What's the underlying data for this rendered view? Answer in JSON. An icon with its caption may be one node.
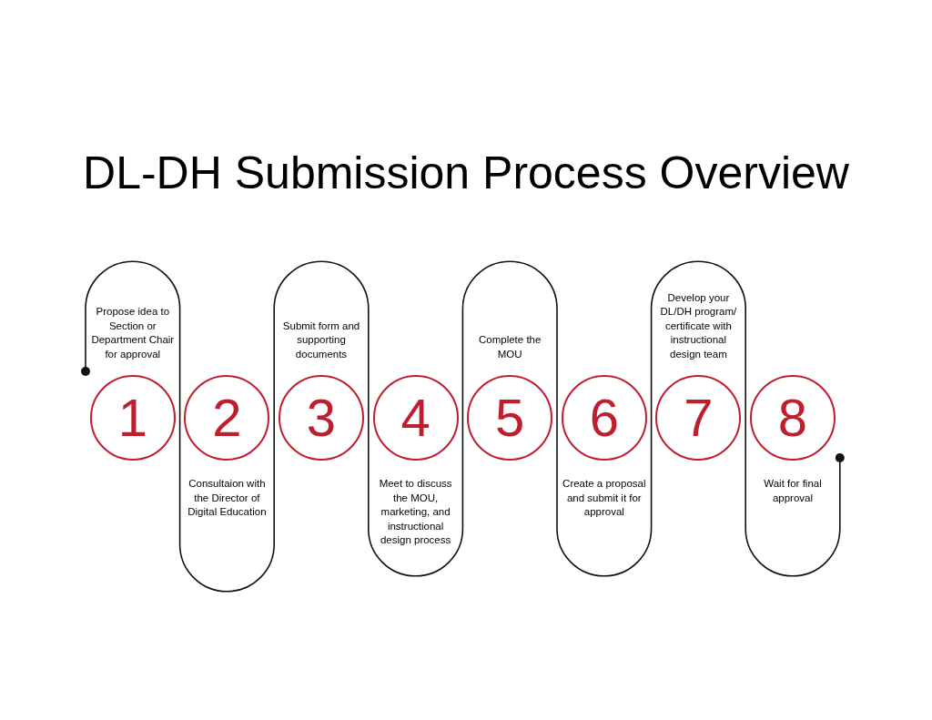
{
  "diagram": {
    "title": "DL-DH Submission Process Overview",
    "nodes": [
      {
        "text": [
          "1"
        ],
        "beside": [
          "Propose idea to Section or Department Chair for approval"
        ]
      },
      {
        "text": [
          "2"
        ],
        "beside": [
          "Consultaion with the Director of Digital Education"
        ]
      },
      {
        "text": [
          "3"
        ],
        "beside": [
          "Submit form and supporting documents"
        ]
      },
      {
        "text": [
          "4"
        ],
        "beside": [
          "Meet to discuss the MOU, marketing, and instructional design process"
        ]
      },
      {
        "text": [
          "5"
        ],
        "beside": [
          "Complete the MOU"
        ]
      },
      {
        "text": [
          "6"
        ],
        "beside": [
          "Create a proposal and submit it for approval"
        ]
      },
      {
        "text": [
          "7"
        ],
        "beside": [
          "Develop your DL/DH program/ certificate with instructional design team"
        ]
      },
      {
        "text": [
          "8"
        ],
        "beside": [
          "Wait for final approval"
        ]
      }
    ]
  }
}
